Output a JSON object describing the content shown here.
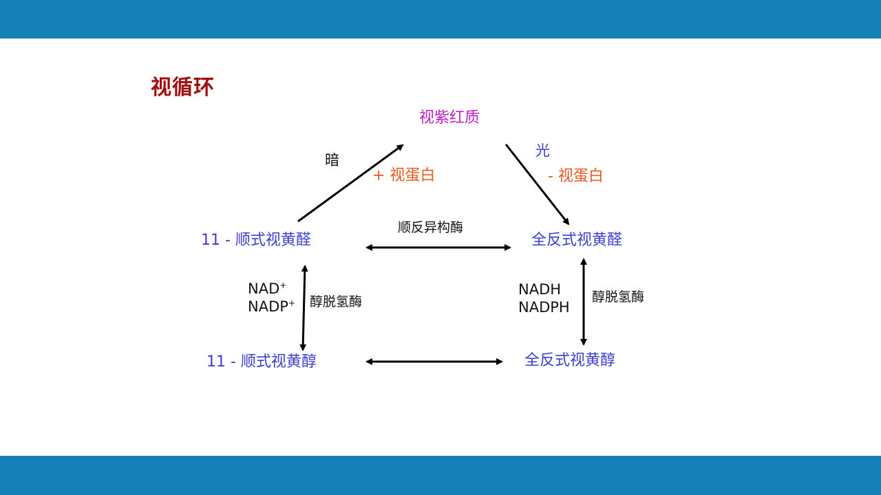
{
  "title": "视循环",
  "nodes": {
    "rhodopsin": "视紫红质",
    "cis_retinal": "11 - 顺式视黄醛",
    "trans_retinal": "全反式视黄醛",
    "cis_retinol": "11 - 顺式视黄醇",
    "trans_retinol": "全反式视黄醇"
  },
  "labels": {
    "dark": "暗",
    "light": "光",
    "plus_opsin": "+ 视蛋白",
    "minus_opsin": "- 视蛋白",
    "isomerase": "顺反异构酶",
    "dehydrogenase_left": "醇脱氢酶",
    "dehydrogenase_right": "醇脱氢酶",
    "nad": "NAD",
    "nadp": "NADP",
    "cofactor_charge": "+",
    "nadh": "NADH",
    "nadph": "NADPH"
  },
  "colors": {
    "band": "#157fb8",
    "title": "#a00e0e",
    "node_blue": "#3b3fd0",
    "rhodopsin_magenta": "#c01fc3",
    "opsin_orange": "#e8581f",
    "arrow": "#000000"
  }
}
